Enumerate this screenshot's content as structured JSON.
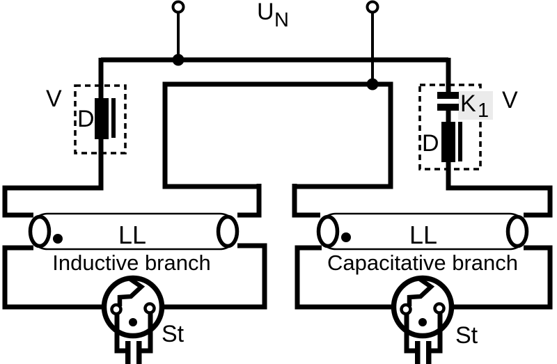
{
  "supply": {
    "base": "U",
    "subscript": "N"
  },
  "left_branch": {
    "ballast_group_label": "V",
    "choke_label": "D",
    "lamp_label": "LL",
    "name": "Inductive branch",
    "starter_label": "St"
  },
  "right_branch": {
    "ballast_group_label": "V",
    "capacitor_base": "K",
    "capacitor_subscript": "1",
    "choke_label": "D",
    "lamp_label": "LL",
    "name": "Capacitative branch",
    "starter_label": "St"
  },
  "colors": {
    "ink": "#000000",
    "background": "#ffffff",
    "capacitor_label_highlight": "#ebebeb"
  }
}
